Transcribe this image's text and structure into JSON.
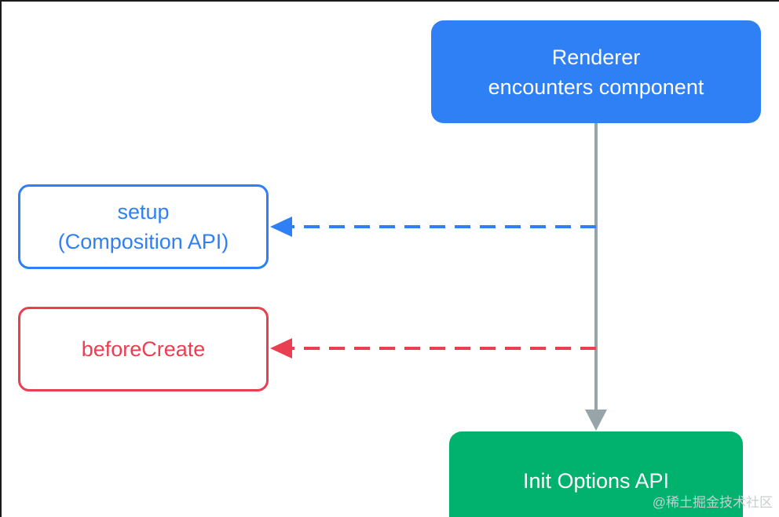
{
  "diagram": {
    "nodes": {
      "renderer": {
        "label": "Renderer\nencounters component"
      },
      "setup": {
        "label": "setup\n(Composition API)"
      },
      "before_create": {
        "label": "beforeCreate"
      },
      "init_options": {
        "label": "Init Options API"
      }
    },
    "edges": [
      {
        "from": "renderer",
        "to": "init_options",
        "style": "solid"
      },
      {
        "from": "renderer",
        "to": "setup",
        "style": "dashed"
      },
      {
        "from": "renderer",
        "to": "before_create",
        "style": "dashed"
      }
    ],
    "colors": {
      "blue": "#2f7ff5",
      "red": "#ea3f51",
      "green": "#00b26e",
      "gray": "#97a4a9"
    }
  },
  "watermark": {
    "text": "@稀土掘金技术社区"
  }
}
